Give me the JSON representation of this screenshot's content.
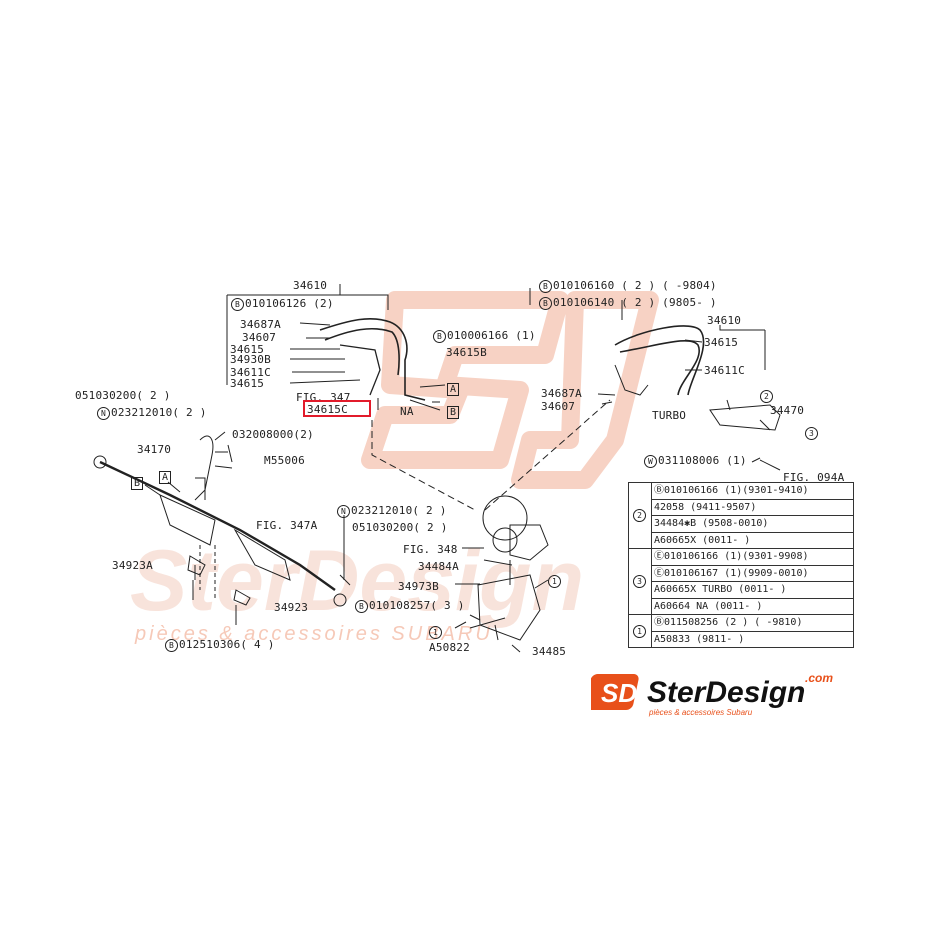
{
  "colors": {
    "accent": "#e21b2b",
    "logo_orange": "#e8501a",
    "watermark": "#f6c9b8",
    "line": "#222222"
  },
  "watermark": {
    "text_main": "SterDesign",
    "text_sub": "pièces & accessoires SUBARU"
  },
  "left_group": {
    "title": "34610",
    "bolt": "010106126 (2)",
    "labels": [
      "34687A",
      "34607",
      "34615",
      "34930B",
      "34611C",
      "34615"
    ],
    "fig": "FIG. 347",
    "highlighted_part": "34615C",
    "bolt_right": "010006166 (1)",
    "part_right": "34615B",
    "na": "NA",
    "a_box": "A",
    "b_box": "B"
  },
  "right_group": {
    "bolt1": "010106160 ( 2 ) (   -9804)",
    "bolt2": "010106140 ( 2 ) (9805-   )",
    "title": "34610",
    "p1": "34615",
    "p2": "34611C",
    "p3": "34687A",
    "p4": "34607",
    "turbo": "TURBO",
    "c2": "2",
    "p5": "34470",
    "c3": "3",
    "bolt3": "031108006 (1)",
    "fig": "FIG. 094A"
  },
  "rack_group": {
    "l1": "051030200( 2 )",
    "l2": "023212010( 2 )",
    "p1": "34170",
    "bolt1": "032008000(2)",
    "p2": "M55006",
    "b_box": "B",
    "a_box": "A",
    "fig": "FIG. 347A",
    "p3": "34923A",
    "p4": "34923",
    "bolt2": "012510306( 4 )",
    "r1": "023212010( 2 )",
    "r2": "051030200( 2 )",
    "bolt3": "010108257( 3 )"
  },
  "pump_group": {
    "fig": "FIG. 348",
    "p1": "34484A",
    "p2": "34973B",
    "c1": "1",
    "c1b": "1",
    "p3": "A50822",
    "p4": "34485"
  },
  "table": [
    {
      "key": "2",
      "rows": [
        "Ⓑ010106166 (1)(9301-9410)",
        "42058 (9411-9507)",
        "34484✱B (9508-0010)",
        "A60665X (0011-     )"
      ]
    },
    {
      "key": "3",
      "rows": [
        "Ⓔ010106166 (1)(9301-9908)",
        "Ⓔ010106167 (1)(9909-0010)",
        "A60665X TURBO (0011-     )",
        "A60664  NA (0011-     )"
      ]
    },
    {
      "key": "1",
      "rows": [
        "Ⓑ011508256 (2 ) (    -9810)",
        "A50833 (9811-     )"
      ]
    }
  ],
  "logo": {
    "mark": "SD",
    "brand": "SterDesign",
    "domain": ".com",
    "tagline": "pièces & accessoires Subaru"
  }
}
